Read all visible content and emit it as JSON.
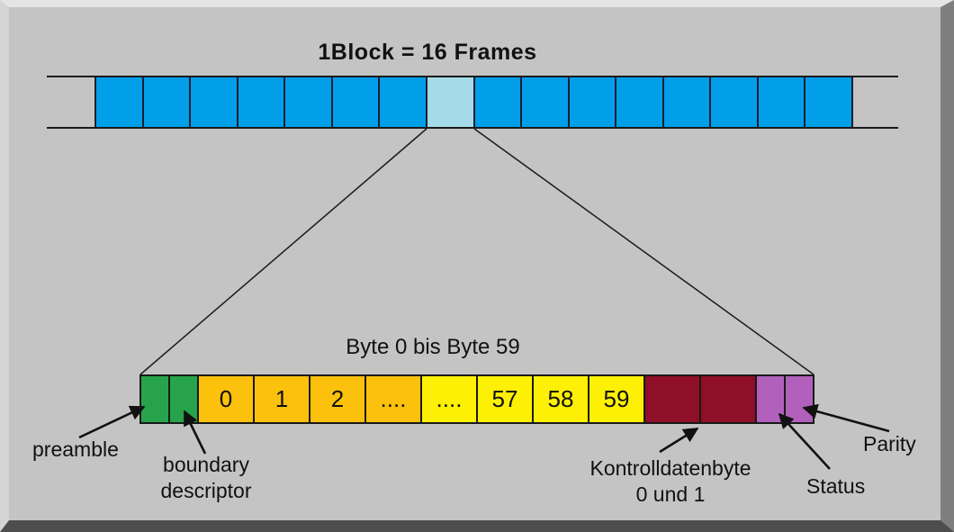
{
  "canvas": {
    "background": "#c4c4c4",
    "bevel_top": "#e4e4e4",
    "bevel_left": "#d4d4d4",
    "bevel_right": "#7f7f7f",
    "bevel_bottom": "#4d4d4d",
    "line_color": "#1b1b1b"
  },
  "title": "1Block = 16 Frames",
  "block_row": {
    "frame_count": 16,
    "highlight_index": 7,
    "frame_color": "#009fe8",
    "highlight_color": "#a5dbe9"
  },
  "frame_detail": {
    "caption": "Byte 0 bis Byte 59",
    "colors": {
      "green": "#27a44b",
      "orange": "#fcc10d",
      "yellow": "#fdf005",
      "darkred": "#8e0f27",
      "purple": "#b161bb"
    },
    "cells": [
      {
        "name": "preamble-cell",
        "label": "",
        "color": "#27a44b",
        "width": 1
      },
      {
        "name": "boundary-descriptor-cell",
        "label": "",
        "color": "#27a44b",
        "width": 1
      },
      {
        "name": "byte-0-cell",
        "label": "0",
        "color": "#fcc10d",
        "width": 2
      },
      {
        "name": "byte-1-cell",
        "label": "1",
        "color": "#fcc10d",
        "width": 2
      },
      {
        "name": "byte-2-cell",
        "label": "2",
        "color": "#fcc10d",
        "width": 2
      },
      {
        "name": "byte-ellipsis-1-cell",
        "label": "....",
        "color": "#fcc10d",
        "width": 2
      },
      {
        "name": "byte-ellipsis-2-cell",
        "label": "....",
        "color": "#fdf005",
        "width": 2
      },
      {
        "name": "byte-57-cell",
        "label": "57",
        "color": "#fdf005",
        "width": 2
      },
      {
        "name": "byte-58-cell",
        "label": "58",
        "color": "#fdf005",
        "width": 2
      },
      {
        "name": "byte-59-cell",
        "label": "59",
        "color": "#fdf005",
        "width": 2
      },
      {
        "name": "control-byte-0-cell",
        "label": "",
        "color": "#8e0f27",
        "width": 2
      },
      {
        "name": "control-byte-1-cell",
        "label": "",
        "color": "#8e0f27",
        "width": 2
      },
      {
        "name": "status-cell",
        "label": "",
        "color": "#b161bb",
        "width": 1
      },
      {
        "name": "parity-cell",
        "label": "",
        "color": "#b161bb",
        "width": 1
      }
    ]
  },
  "labels": {
    "preamble": "preamble",
    "boundary_line1": "boundary",
    "boundary_line2": "descriptor",
    "kontroll_line1": "Kontrolldatenbyte",
    "kontroll_line2": "0 und 1",
    "status": "Status",
    "parity": "Parity"
  }
}
